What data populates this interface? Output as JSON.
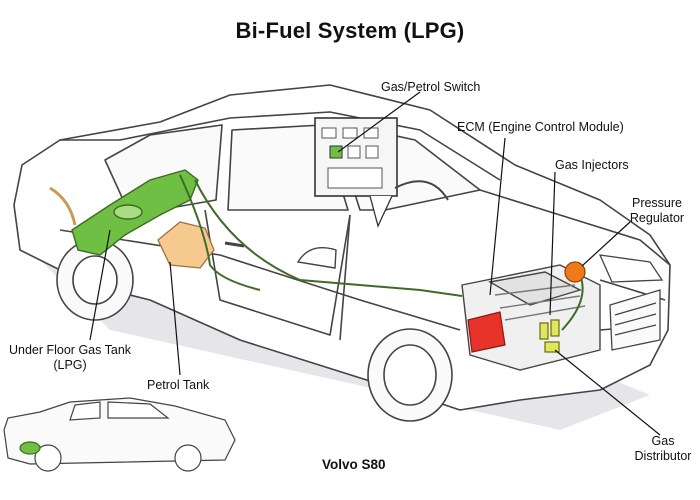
{
  "title": "Bi-Fuel System (LPG)",
  "labels": {
    "gas_petrol_switch": "Gas/Petrol Switch",
    "ecm": "ECM (Engine Control Module)",
    "gas_injectors": "Gas Injectors",
    "pressure_regulator_1": "Pressure",
    "pressure_regulator_2": "Regulator",
    "under_floor_tank_1": "Under Floor Gas Tank",
    "under_floor_tank_2": "(LPG)",
    "petrol_tank": "Petrol Tank",
    "gas_distributor_1": "Gas",
    "gas_distributor_2": "Distributor"
  },
  "caption": "Volvo S80",
  "colors": {
    "lpg_tank": "#6fbf44",
    "petrol_tank": "#f6c98e",
    "ecm": "#e8332a",
    "pressure_regulator": "#f07a1a",
    "gas_line": "#3f6b2a",
    "outline": "#444444"
  }
}
